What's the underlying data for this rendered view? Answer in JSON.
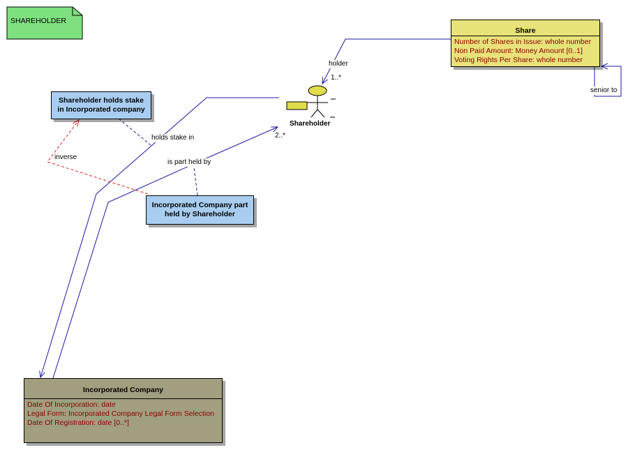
{
  "diagram": {
    "package": {
      "name": "SHAREHOLDER",
      "color": "#7ee07e"
    },
    "classes": {
      "share": {
        "name": "Share",
        "color": "#e8e27a",
        "attributes": [
          "Number of Shares in Issue:  whole number",
          "Non Paid Amount:  Money Amount [0..1]",
          "Voting Rights Per Share:  whole number"
        ]
      },
      "incorporated_company": {
        "name": "Incorporated Company",
        "color": "#a19f7f",
        "attributes": [
          "Date Of Incorporation:  date",
          "Legal Form:  Incorporated Company Legal Form Selection",
          "Date Of Registration:  date [0..*]"
        ]
      }
    },
    "actor": {
      "name": "Shareholder",
      "color": "#e0dc4c"
    },
    "notes": {
      "holds_stake": "Shareholder holds stake in Incorporated company",
      "part_held": "Incorporated Company part held by Shareholder"
    },
    "labels": {
      "holder": "holder",
      "holder_mult": "1..*",
      "senior_to": "senior to",
      "holds_stake_in": "holds stake in",
      "is_part_held_by": "is part held by",
      "part_held_mult": "2..*",
      "inverse": "inverse"
    },
    "colors": {
      "association": "#1a1aa6",
      "note_link": "#1a1aa6",
      "inverse": "#e02020",
      "note": "#a8cdf0"
    }
  }
}
